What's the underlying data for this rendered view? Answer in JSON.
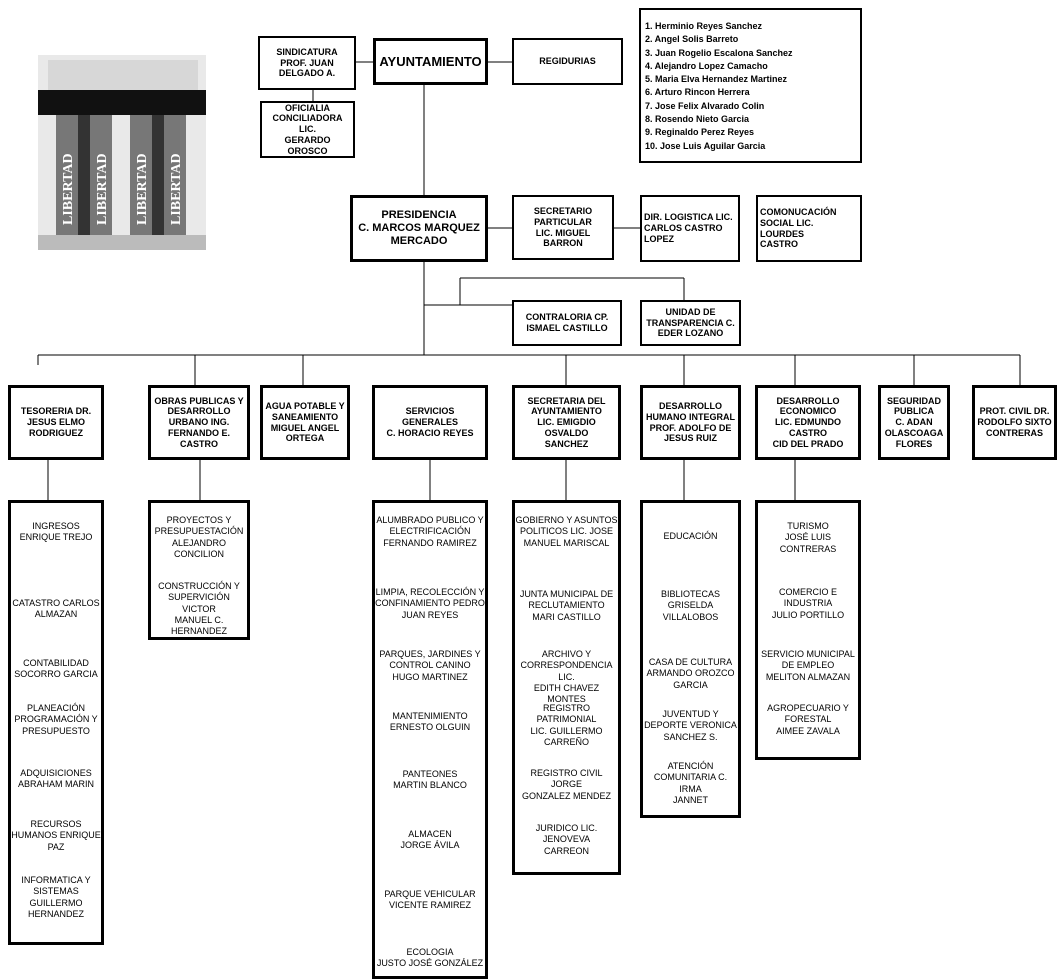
{
  "ayuntamiento": "AYUNTAMIENTO",
  "sindicatura": "SINDICATURA\nPROF. JUAN\nDELGADO A.",
  "oficialia": "OFICIALIA\nCONCILIADORA LIC.\nGERARDO OROSCO",
  "regidurias": "REGIDURIAS",
  "regidores": [
    "1. Herminio Reyes Sanchez",
    "2. Angel Solis Barreto",
    "3. Juan Rogelio Escalona Sanchez",
    "4. Alejandro Lopez Camacho",
    "5. Maria Elva Hernandez Martinez",
    "6. Arturo Rincon Herrera",
    "7. Jose Felix Alvarado Colin",
    "8. Rosendo Nieto Garcia",
    "9. Reginaldo Perez Reyes",
    "10. Jose Luis Aguilar Garcia"
  ],
  "presidencia": "PRESIDENCIA\nC. MARCOS MARQUEZ\nMERCADO",
  "secretario_particular": "SECRETARIO\nPARTICULAR\nLIC. MIGUEL BARRON",
  "dir_logistica": "DIR. LOGISTICA LIC.\nCARLOS CASTRO\nLOPEZ",
  "comunicacion": "COMONUCACIÓN\nSOCIAL LIC. LOURDES\nCASTRO",
  "contraloria": "CONTRALORIA     CP.\nISMAEL CASTILLO",
  "transparencia": "UNIDAD DE\nTRANSPARENCIA C.\nEDER LOZANO",
  "departments": [
    "TESORERIA        DR.\nJESUS ELMO\nRODRIGUEZ",
    "OBRAS PUBLICAS Y\nDESARROLLO\nURBANO ING.\nFERNANDO E.\nCASTRO",
    "AGUA POTABLE Y\nSANEAMIENTO\nMIGUEL ANGEL\nORTEGA",
    "SERVICIOS GENERALES\nC. HORACIO REYES",
    "SECRETARIA DEL\nAYUNTAMIENTO\nLIC. EMIGDIO OSVALDO\nSANCHEZ",
    "DESARROLLO\nHUMANO INTEGRAL\nPROF. ADOLFO DE\nJESUS RUIZ",
    "DESARROLLO\nECONOMICO\nLIC. EDMUNDO CASTRO\nCID DEL PRADO",
    "SEGURIDAD\nPUBLICA\nC. ADAN\nOLASCOAGA\nFLORES",
    "PROT. CIVIL      DR.\nRODOLFO SIXTO\nCONTRERAS"
  ],
  "tesoreria_items": [
    "INGRESOS\nENRIQUE TREJO",
    "CATASTRO CARLOS\nALMAZAN",
    "CONTABILIDAD\nSOCORRO GARCIA",
    "PLANEACIÓN\nPROGRAMACIÓN Y\nPRESUPUESTO",
    "ADQUISICIONES\nABRAHAM MARIN",
    "RECURSOS\nHUMANOS  ENRIQUE\nPAZ",
    "INFORMATICA Y\nSISTEMAS\nGUILLERMO\nHERNANDEZ"
  ],
  "obras_items": [
    "PROYECTOS Y\nPRESUPUESTACIÓN\nALEJANDRO\nCONCILION",
    "CONSTRUCCIÓN Y\nSUPERVICIÓN VICTOR\nMANUEL C.\nHERNANDEZ"
  ],
  "servicios_items": [
    "ALUMBRADO PUBLICO Y\nELECTRIFICACIÓN\nFERNANDO RAMIREZ",
    "LIMPIA, RECOLECCIÓN Y\nCONFINAMIENTO PEDRO\nJUAN REYES",
    "PARQUES, JARDINES Y\nCONTROL CANINO\nHUGO MARTINEZ",
    "MANTENIMIENTO\nERNESTO OLGUIN",
    "PANTEONES\nMARTIN BLANCO",
    "ALMACEN\nJORGE ÁVILA",
    "PARQUE VEHICULAR\nVICENTE RAMIREZ",
    "ECOLOGIA\nJUSTO JOSÉ GONZÁLEZ"
  ],
  "secretaria_items": [
    "GOBIERNO Y ASUNTOS\nPOLITICOS  LIC. JOSE\nMANUEL MARISCAL",
    "JUNTA MUNICIPAL DE\nRECLUTAMIENTO\nMARI CASTILLO",
    "ARCHIVO Y\nCORRESPONDENCIA LIC.\nEDITH CHAVEZ MONTES",
    "REGISTRO PATRIMONIAL\nLIC. GUILLERMO\nCARREÑO",
    "REGISTRO CIVIL  JORGE\nGONZALEZ MENDEZ",
    "JURIDICO  LIC. JENOVEVA\nCARREON"
  ],
  "desarrollo_humano_items": [
    "EDUCACIÓN",
    "BIBLIOTECAS\nGRISELDA\nVILLALOBOS",
    "CASA DE CULTURA\nARMANDO OROZCO\nGARCIA",
    "JUVENTUD Y\nDEPORTE VERONICA\nSANCHEZ S.",
    "ATENCIÓN\nCOMUNITARIA C. IRMA\nJANNET"
  ],
  "desarrollo_economico_items": [
    "TURISMO\nJOSÉ LUIS CONTRERAS",
    "COMERCIO E\nINDUSTRIA\nJULIO PORTILLO",
    "SERVICIO MUNICIPAL\nDE EMPLEO\nMELITON ALMAZAN",
    "AGROPECUARIO Y\nFORESTAL\nAIMEE ZAVALA"
  ],
  "seal_text": "LIBERTAD"
}
